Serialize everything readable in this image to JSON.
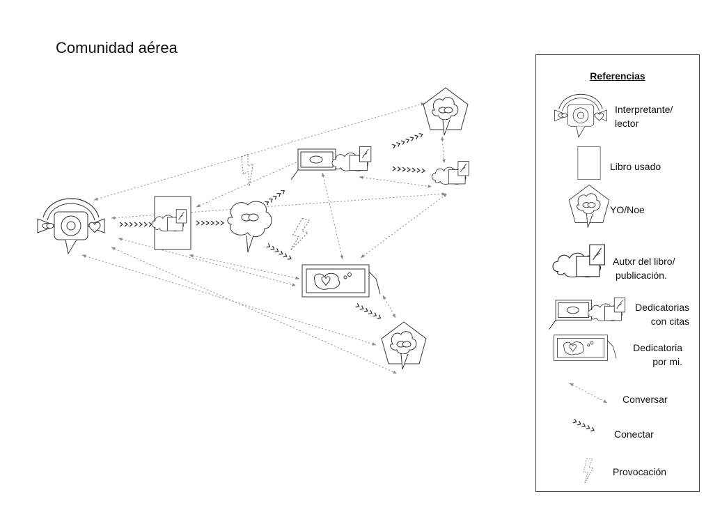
{
  "title": "Comunidad aérea",
  "legend": {
    "title": "Referencias",
    "items": [
      {
        "icon": "interpretant-reader-icon",
        "lines": [
          "Interpretante/",
          "lector"
        ]
      },
      {
        "icon": "used-book-icon",
        "lines": [
          "Libro usado"
        ]
      },
      {
        "icon": "yo-noe-icon",
        "lines": [
          "YO/Noe"
        ]
      },
      {
        "icon": "book-author-icon",
        "lines": [
          "Autxr del libro/",
          "publicación."
        ]
      },
      {
        "icon": "dedications-with-quotes-icon",
        "lines": [
          "Dedicatorias",
          "con citas"
        ]
      },
      {
        "icon": "dedication-by-me-icon",
        "lines": [
          "Dedicatoria",
          "por mi."
        ]
      },
      {
        "icon": "converse-arrow-icon",
        "lines": [
          "Conversar"
        ]
      },
      {
        "icon": "connect-chevrons-icon",
        "lines": [
          "Conectar"
        ]
      },
      {
        "icon": "provocation-bolt-icon",
        "lines": [
          "Provocación"
        ]
      }
    ]
  },
  "colors": {
    "line": "#333333",
    "dotted": "#8a8a8a"
  }
}
